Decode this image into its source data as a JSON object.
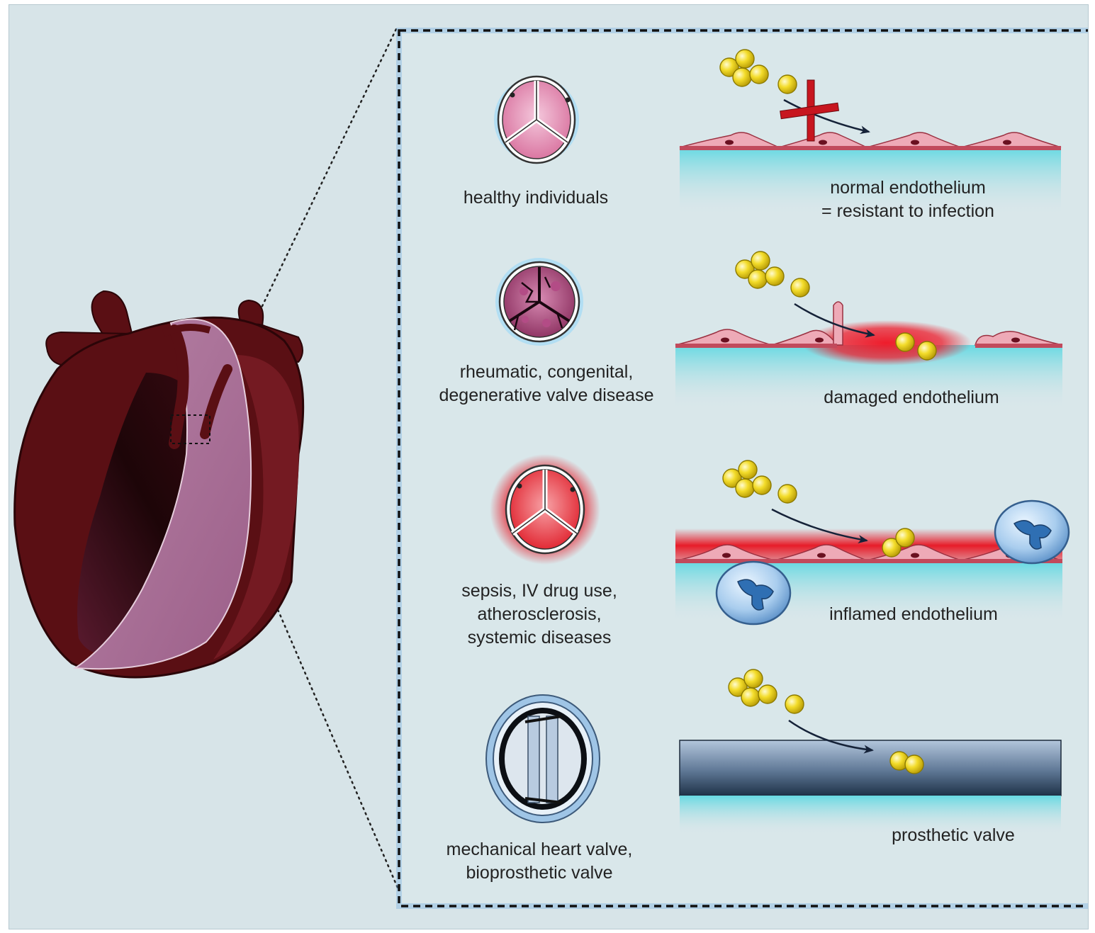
{
  "rows": [
    {
      "condition": "healthy individuals",
      "valve_type": "native-normal",
      "endothelium": "normal endothelium\n= resistant to infection",
      "bacteria_blocked": true
    },
    {
      "condition": "rheumatic, congenital,\ndegenerative valve disease",
      "valve_type": "native-damaged",
      "endothelium": "damaged endothelium",
      "bacteria_blocked": false
    },
    {
      "condition": "sepsis, IV drug use,\natherosclerosis,\nsystemic diseases",
      "valve_type": "native-inflamed",
      "endothelium": "inflamed endothelium",
      "bacteria_blocked": false
    },
    {
      "condition": "mechanical heart valve,\nbioprosthetic valve",
      "valve_type": "prosthetic",
      "endothelium": "prosthetic valve",
      "bacteria_blocked": false
    }
  ],
  "colors": {
    "background": "#d7e4e8",
    "heart_dark": "#5a0f14",
    "heart_inner": "#a86b93",
    "endothelium": "#e7a0ad",
    "inflammation": "#e8232f",
    "bacteria": "#f0d21a",
    "leukocyte": "#7fb2dc",
    "prosthetic": "#4e6681",
    "substrate": "#7edbe3"
  },
  "icons": [
    "heart-illustration",
    "aortic-valve-icon",
    "bacteria-cluster-icon",
    "block-cross-icon",
    "leukocyte-icon",
    "mechanical-valve-icon"
  ]
}
